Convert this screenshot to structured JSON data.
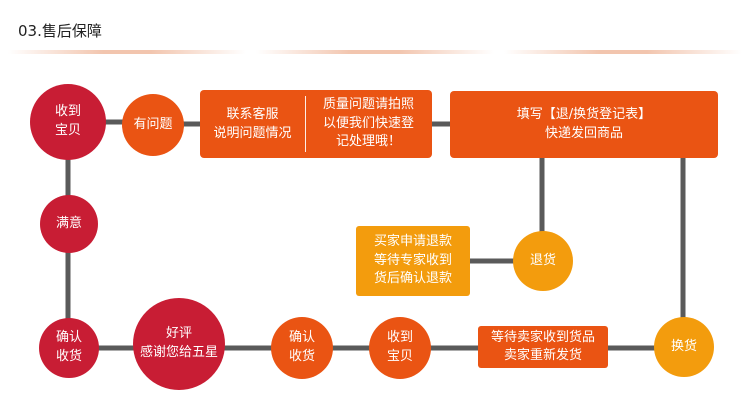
{
  "header": {
    "title": "03.售后保障"
  },
  "flow": {
    "receive_top": "收到\n宝贝",
    "has_problem": "有问题",
    "contact_service": "联系客服\n说明问题情况",
    "quality_photo": "质量问题请拍照\n以便我们快速登\n记处理哦！",
    "fill_form": "填写【退/换货登记表】\n快递发回商品",
    "satisfied": "满意",
    "buyer_refund": "买家申请退款\n等待专家收到\n货后确认退款",
    "return_goods": "退货",
    "confirm_receipt_left": "确认\n收货",
    "good_review": "好评\n感谢您给五星",
    "confirm_receipt_mid": "确认\n收货",
    "receive_bottom": "收到\n宝贝",
    "wait_reship": "等待卖家收到货品\n卖家重新发货",
    "exchange": "换货"
  },
  "colors": {
    "red": "#c81d34",
    "orange": "#ea5413",
    "amber": "#f39c0d",
    "line": "#5a5a5a"
  }
}
